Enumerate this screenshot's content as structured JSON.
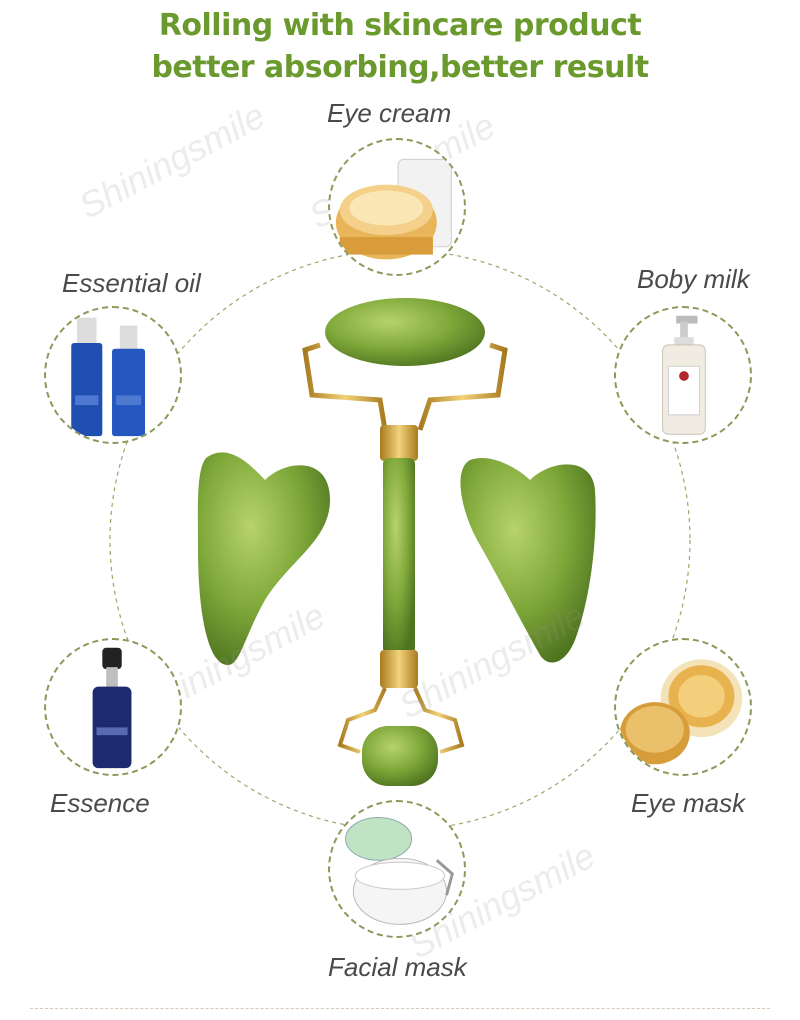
{
  "headline": {
    "line1": "Rolling with skincare product",
    "line2": "better absorbing,better result",
    "color": "#6a9a2e"
  },
  "products": [
    {
      "label": "Eye cream",
      "icon": "eye-cream-jar-icon"
    },
    {
      "label": "Essential oil",
      "icon": "essential-oil-bottles-icon"
    },
    {
      "label": "Boby milk",
      "icon": "body-milk-pump-bottle-icon"
    },
    {
      "label": "Essence",
      "icon": "essence-serum-bottle-icon"
    },
    {
      "label": "Eye mask",
      "icon": "eye-mask-jar-icon"
    },
    {
      "label": "Facial mask",
      "icon": "facial-mask-jar-icon"
    }
  ],
  "watermark": "Shiningsmile",
  "jade_color": "#7fa83a",
  "gold_color": "#d4a63a"
}
